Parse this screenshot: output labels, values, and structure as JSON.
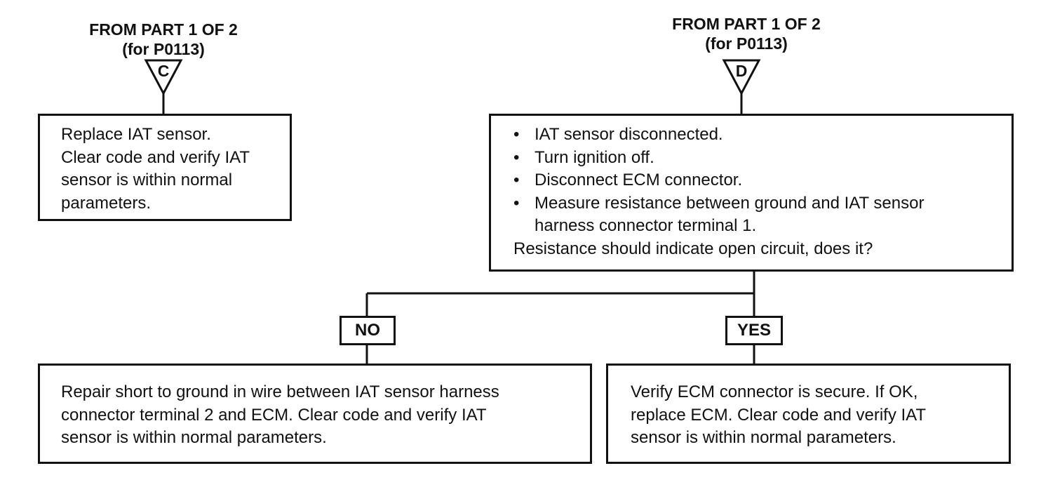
{
  "connectors": {
    "c": {
      "heading_line1": "FROM PART 1 OF 2",
      "heading_line2": "(for P0113)",
      "letter": "C"
    },
    "d": {
      "heading_line1": "FROM PART 1 OF 2",
      "heading_line2": "(for P0113)",
      "letter": "D"
    }
  },
  "boxes": {
    "replace_iat": {
      "lines": [
        "Replace IAT sensor.",
        "Clear code and verify IAT",
        "sensor is within normal",
        "parameters."
      ]
    },
    "resistance_check": {
      "bullets": [
        "IAT sensor disconnected.",
        "Turn ignition off.",
        "Disconnect ECM connector.",
        "Measure resistance between ground and IAT sensor harness connector terminal 1."
      ],
      "bullet_4_line1": "Measure resistance between ground and IAT sensor",
      "bullet_4_line2": "harness connector terminal 1.",
      "question": "Resistance should indicate open circuit, does it?"
    },
    "repair_short": {
      "lines": [
        "Repair short to ground in wire between IAT sensor harness",
        "connector terminal 2 and ECM. Clear code  and verify IAT",
        "sensor is within normal parameters."
      ]
    },
    "verify_ecm": {
      "lines": [
        "Verify ECM connector is secure. If OK,",
        "replace ECM. Clear code and verify IAT",
        "sensor is within normal parameters."
      ]
    }
  },
  "answers": {
    "no": "NO",
    "yes": "YES"
  }
}
